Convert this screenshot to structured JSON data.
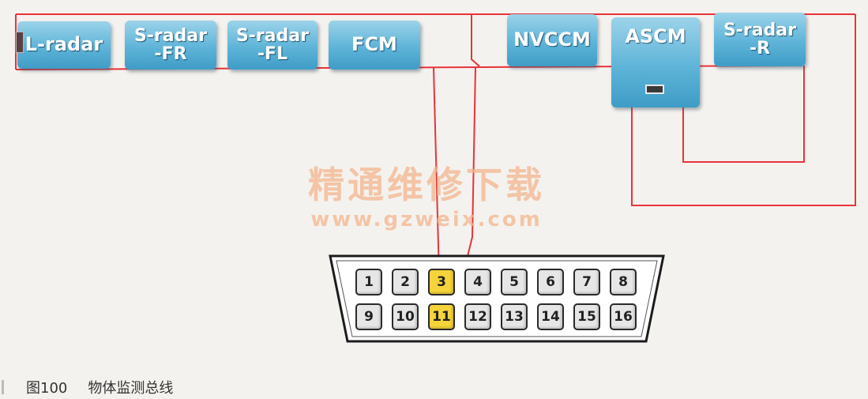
{
  "modules": {
    "l_radar": "L-radar",
    "s_radar_fr": [
      "S-radar",
      "-FR"
    ],
    "s_radar_fl": [
      "S-radar",
      "-FL"
    ],
    "fcm": "FCM",
    "nvccm": "NVCCM",
    "ascm": "ASCM",
    "s_radar_r": [
      "S-radar",
      "-R"
    ]
  },
  "connector": {
    "pins_top": [
      "1",
      "2",
      "3",
      "4",
      "5",
      "6",
      "7",
      "8"
    ],
    "pins_bottom": [
      "9",
      "10",
      "11",
      "12",
      "13",
      "14",
      "15",
      "16"
    ],
    "highlighted_pins": [
      "3",
      "11"
    ]
  },
  "watermark": {
    "text_cn": "精通维修下载",
    "url": "www.gzweix.com"
  },
  "caption": {
    "figure_number": "图100",
    "title": "物体监测总线"
  },
  "colors": {
    "wire": "#e8333a",
    "module": "#5eb4d8",
    "pin_highlight": "#f5d33a",
    "watermark": "#f3b58f"
  }
}
